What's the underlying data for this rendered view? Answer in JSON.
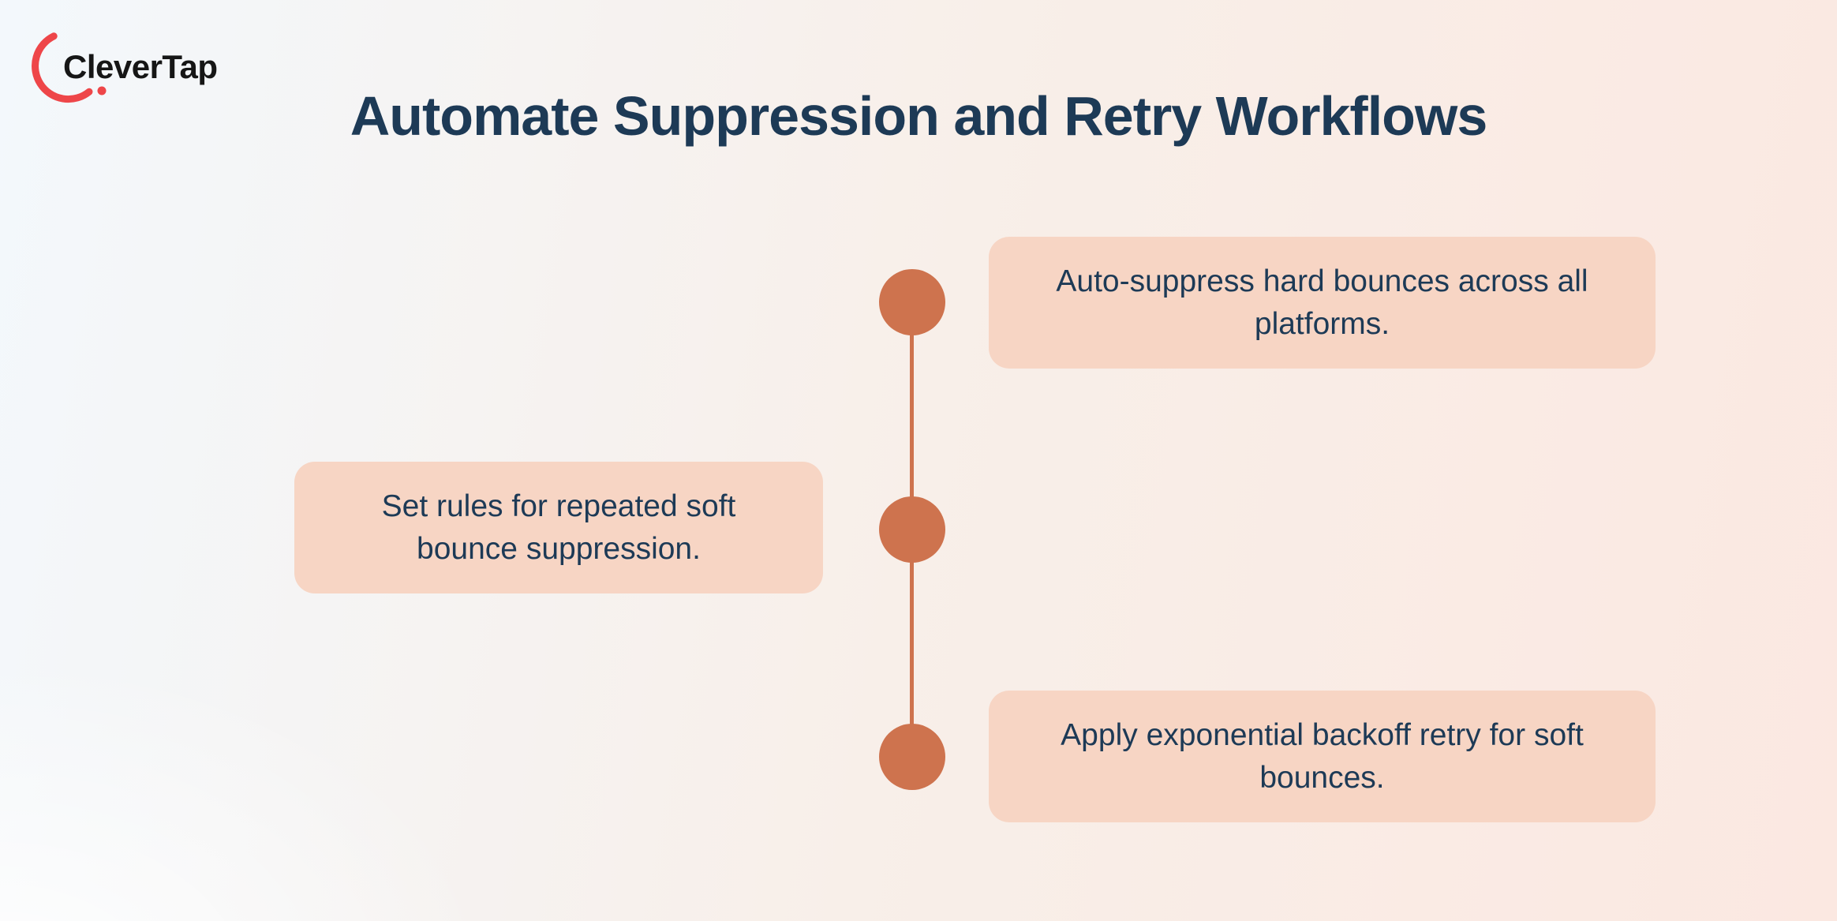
{
  "brand": {
    "name": "CleverTap"
  },
  "header": {
    "title": "Automate Suppression and Retry Workflows"
  },
  "timeline": {
    "steps": [
      {
        "id": 1,
        "side": "right",
        "label": "Auto-suppress hard bounces across all platforms."
      },
      {
        "id": 2,
        "side": "left",
        "label": "Set rules for repeated soft bounce suppression."
      },
      {
        "id": 3,
        "side": "right",
        "label": "Apply exponential backoff retry for soft bounces."
      }
    ]
  },
  "colors": {
    "accent_terracotta": "#ce734e",
    "card_background": "#f7d5c4",
    "heading_navy": "#1d3a56",
    "logo_red": "#ee4649",
    "logo_text_black": "#161616",
    "background_top_left": "#f4f9fd",
    "background_right": "#fbe8e1"
  }
}
